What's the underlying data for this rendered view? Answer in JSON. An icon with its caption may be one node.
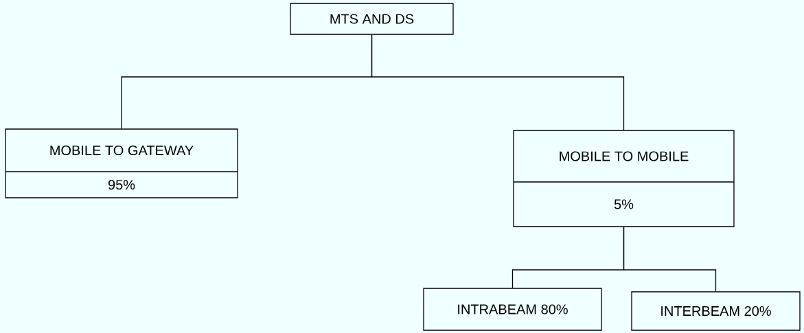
{
  "diagram": {
    "nodes": [
      {
        "text": [
          "MTS AND DS"
        ]
      },
      {
        "text": [
          "MOBILE TO GATEWAY",
          "95%"
        ]
      },
      {
        "text": [
          "MOBILE TO MOBILE",
          "5%"
        ]
      },
      {
        "text": [
          "INTRABEAM 80%"
        ]
      },
      {
        "text": [
          "INTERBEAM 20%"
        ]
      }
    ],
    "edges": [
      {
        "from": 0,
        "to": 1,
        "arrow": "none"
      },
      {
        "from": 0,
        "to": 2,
        "arrow": "none"
      },
      {
        "from": 2,
        "to": 3,
        "arrow": "none"
      },
      {
        "from": 2,
        "to": 4,
        "arrow": "none"
      }
    ]
  }
}
